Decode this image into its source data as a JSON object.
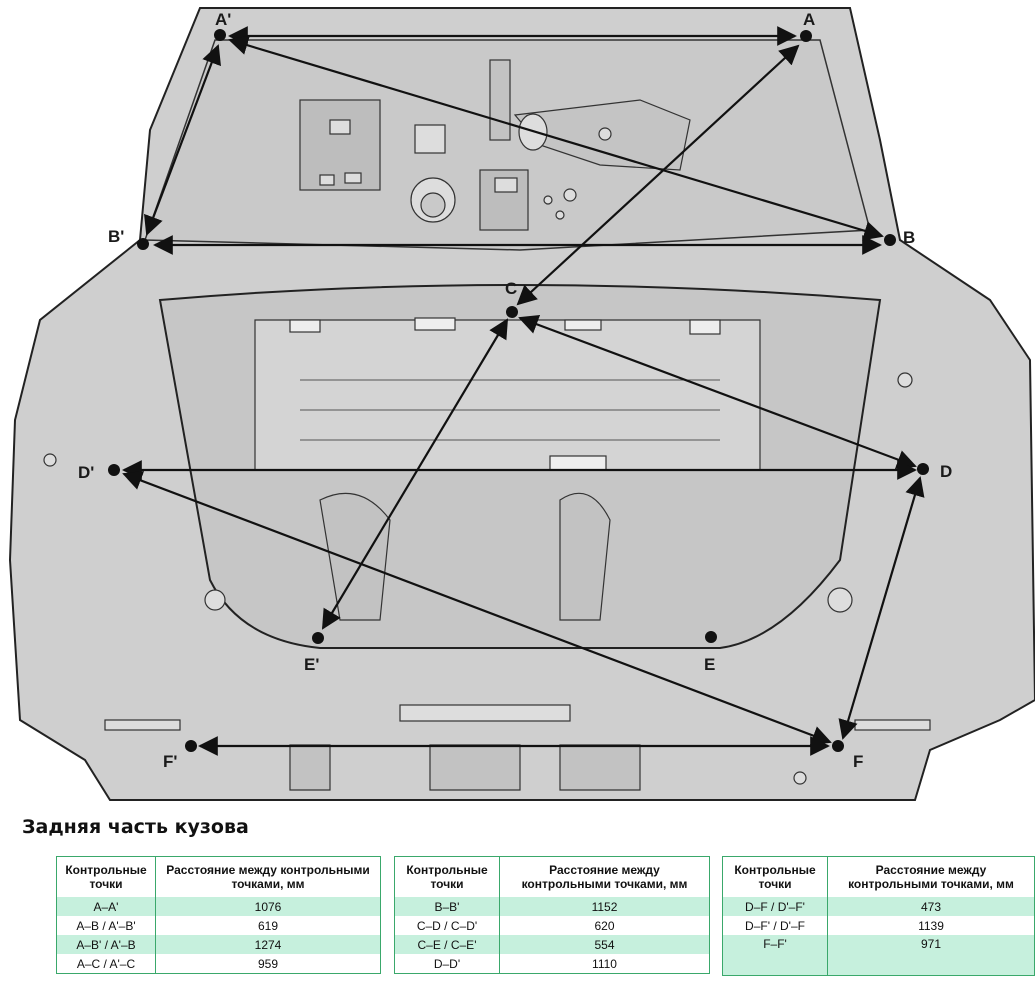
{
  "section_title": "Задняя часть кузова",
  "points": {
    "A": "A",
    "A_prime": "A'",
    "B": "B",
    "B_prime": "B'",
    "C": "C",
    "D": "D",
    "D_prime": "D'",
    "E": "E",
    "E_prime": "E'",
    "F": "F",
    "F_prime": "F'"
  },
  "table_headers": {
    "points": "Контрольные точки",
    "distance": "Расстояние между контрольными точками, мм"
  },
  "tables": [
    {
      "rows": [
        {
          "points": "A–A'",
          "distance": "1076"
        },
        {
          "points": "A–B / A'–B'",
          "distance": "619"
        },
        {
          "points": "A–B' / A'–B",
          "distance": "1274"
        },
        {
          "points": "A–C / A'–C",
          "distance": "959"
        }
      ]
    },
    {
      "rows": [
        {
          "points": "B–B'",
          "distance": "1152"
        },
        {
          "points": "C–D / C–D'",
          "distance": "620"
        },
        {
          "points": "C–E / C–E'",
          "distance": "554"
        },
        {
          "points": "D–D'",
          "distance": "1110"
        }
      ]
    },
    {
      "rows": [
        {
          "points": "D–F / D'–F'",
          "distance": "473"
        },
        {
          "points": "D–F' / D'–F",
          "distance": "1139"
        },
        {
          "points": "F–F'",
          "distance": "971"
        }
      ]
    }
  ]
}
